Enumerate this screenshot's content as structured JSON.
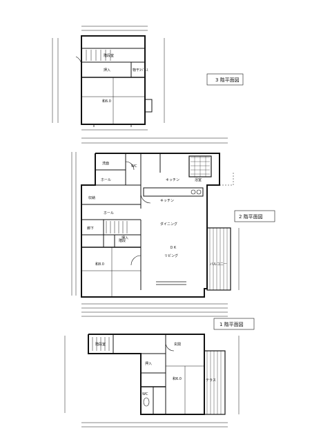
{
  "floors": {
    "third": {
      "title": "3 階平面図",
      "rooms": {
        "stair": "階段室",
        "storage": "押入",
        "closet": "物干ｽﾍﾟｰｽ",
        "room": "和6.0"
      }
    },
    "second": {
      "title": "2 階平面図",
      "rooms": {
        "wash": "洗面",
        "bath": "浴室",
        "toilet": "WC",
        "entrance": "ホール",
        "kitchen_top": "キッチン",
        "dining": "ダイニング",
        "living_dk": "ＤＫ",
        "living": "リビング",
        "balcony": "バルコニー",
        "storage": "押入",
        "room": "和8.0",
        "hall": "ホール",
        "stair": "階段",
        "corridor": "廊下",
        "closet": "収納"
      }
    },
    "first": {
      "title": "1 階平面図",
      "rooms": {
        "stair": "階段室",
        "entrance": "玄関",
        "storage": "押入",
        "room": "和6.0",
        "terrace": "テラス",
        "toilet": "WC"
      }
    }
  }
}
